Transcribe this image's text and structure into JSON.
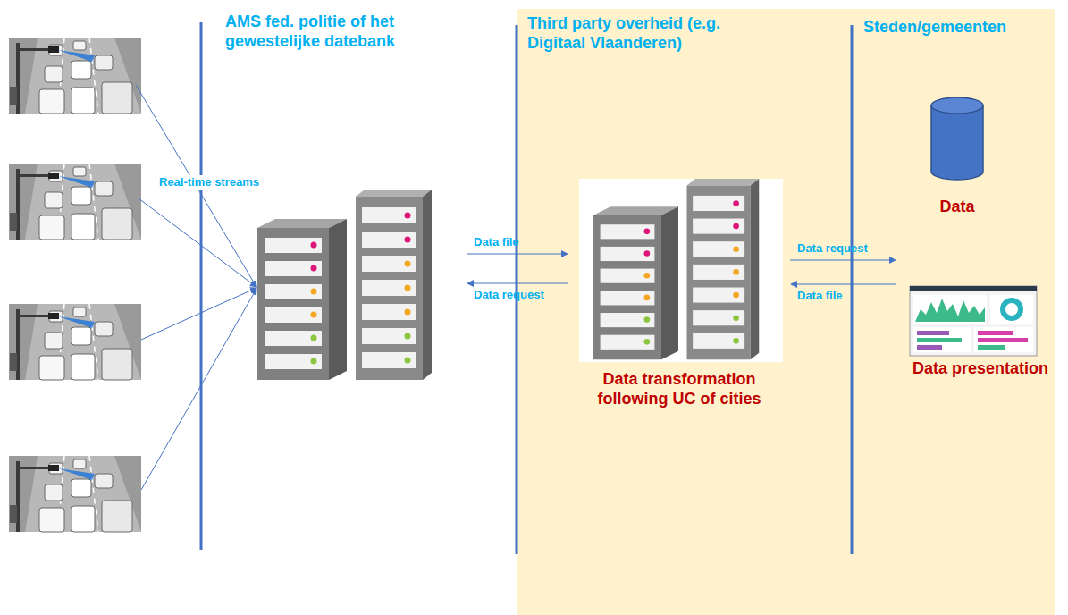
{
  "diagram": {
    "nodes": [
      {
        "text": [
          "AMS fed. politie of het gewestelijke datebank"
        ]
      },
      {
        "text": [
          "Data transformation following UC of cities"
        ]
      },
      {
        "text": [
          "Data"
        ]
      },
      {
        "text": [
          "Data presentation"
        ]
      }
    ],
    "edges": [
      {
        "from": 0,
        "to": 1,
        "label": "Data file",
        "arrow": "to"
      },
      {
        "from": 1,
        "to": 0,
        "label": "Data request",
        "arrow": "to"
      },
      {
        "from": 1,
        "to": 3,
        "label": "Data request",
        "arrow": "to"
      },
      {
        "from": 3,
        "to": 1,
        "label": "Data file",
        "arrow": "to"
      }
    ],
    "labels": [
      "Third party overheid (e.g. Digitaal Vlaanderen)",
      "Steden/gemeenten",
      "Real-time streams"
    ]
  }
}
